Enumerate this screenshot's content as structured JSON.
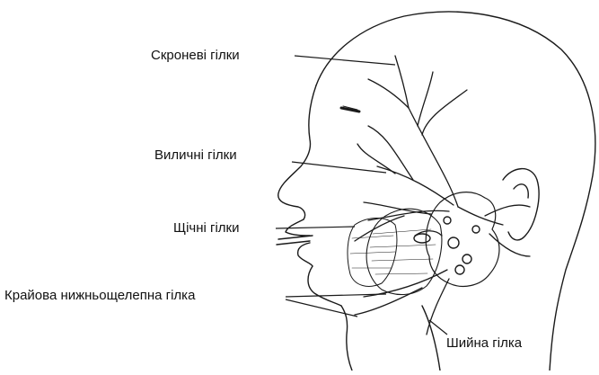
{
  "labels": {
    "temporal": "Скроневі гілки",
    "zygomatic": "Виличні гілки",
    "buccal": "Щічні гілки",
    "mandibular": "Крайова нижньощелепна гілка",
    "cervical": "Шийна гілка"
  },
  "colors": {
    "ink": "#111111",
    "line": "#1a1a1a",
    "background": "#ffffff"
  }
}
